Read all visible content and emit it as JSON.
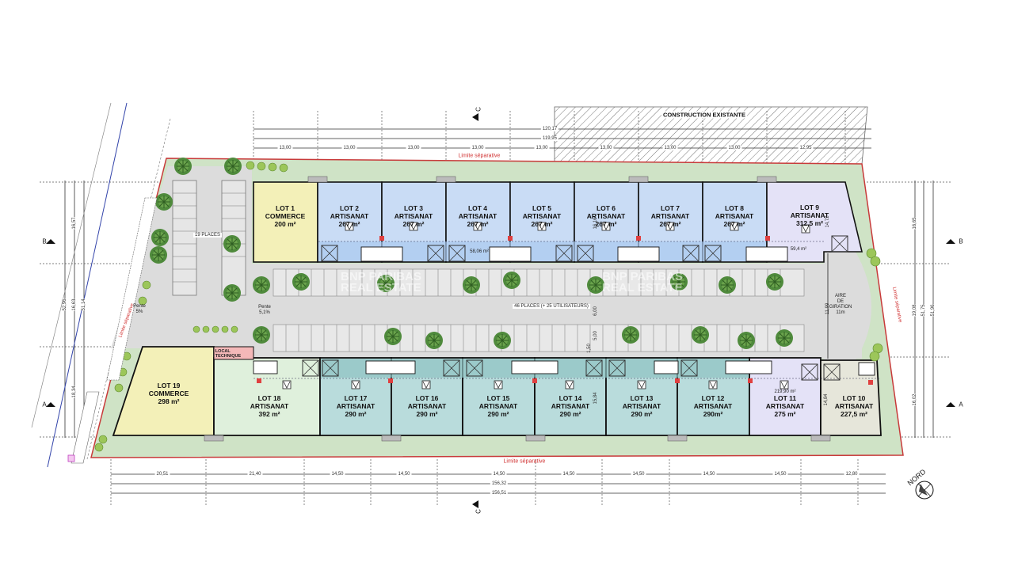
{
  "plan": {
    "existing_building_label": "CONSTRUCTION EXISTANTE",
    "boundary_label": "Limite séparative",
    "north_label": "NORD",
    "parking_west_label": "19 PLACES",
    "parking_main_label": "46 PLACES (+ 25 UTILISATEURS)",
    "turning_area_label": [
      "AIRE",
      "DE",
      "GIRATION",
      "11m"
    ],
    "slope_west": [
      "Pente",
      "5%"
    ],
    "slope_entry": [
      "Pente",
      "5,1%"
    ],
    "technical_room": [
      "LOCAL",
      "TECHNIQUE"
    ],
    "watermark": [
      "BNP PARIBAS",
      "REAL ESTATE"
    ]
  },
  "lots_north": [
    {
      "name": "LOT 1",
      "use": "COMMERCE",
      "area": "200 m²",
      "color": "#f3f0b8"
    },
    {
      "name": "LOT 2",
      "use": "ARTISANAT",
      "area": "267 m²",
      "color": "#c9dcf5"
    },
    {
      "name": "LOT 3",
      "use": "ARTISANAT",
      "area": "267 m²",
      "color": "#c9dcf5"
    },
    {
      "name": "LOT 4",
      "use": "ARTISANAT",
      "area": "267 m²",
      "color": "#c9dcf5"
    },
    {
      "name": "LOT 5",
      "use": "ARTISANAT",
      "area": "267 m²",
      "color": "#c9dcf5"
    },
    {
      "name": "LOT 6",
      "use": "ARTISANAT",
      "area": "267 m²",
      "color": "#c9dcf5"
    },
    {
      "name": "LOT 7",
      "use": "ARTISANAT",
      "area": "267 m²",
      "color": "#c9dcf5"
    },
    {
      "name": "LOT 8",
      "use": "ARTISANAT",
      "area": "267 m²",
      "color": "#c9dcf5"
    },
    {
      "name": "LOT 9",
      "use": "ARTISANAT",
      "area": "312,5 m²",
      "color": "#e4e2f7"
    }
  ],
  "lots_south": [
    {
      "name": "LOT 19",
      "use": "COMMERCE",
      "area": "298 m²",
      "color": "#f3f0b8"
    },
    {
      "name": "LOT 18",
      "use": "ARTISANAT",
      "area": "392 m²",
      "color": "#dff0dc"
    },
    {
      "name": "LOT 17",
      "use": "ARTISANAT",
      "area": "290 m²",
      "color": "#b9dcdc"
    },
    {
      "name": "LOT 16",
      "use": "ARTISANAT",
      "area": "290 m²",
      "color": "#b9dcdc"
    },
    {
      "name": "LOT 15",
      "use": "ARTISANAT",
      "area": "290 m²",
      "color": "#b9dcdc"
    },
    {
      "name": "LOT 14",
      "use": "ARTISANAT",
      "area": "290 m²",
      "color": "#b9dcdc"
    },
    {
      "name": "LOT 13",
      "use": "ARTISANAT",
      "area": "290 m²",
      "color": "#b9dcdc"
    },
    {
      "name": "LOT 12",
      "use": "ARTISANAT",
      "area": "290m²",
      "color": "#b9dcdc"
    },
    {
      "name": "LOT 11",
      "use": "ARTISANAT",
      "area": "275 m²",
      "color": "#e4e2f7"
    },
    {
      "name": "LOT 10",
      "use": "ARTISANAT",
      "area": "227,5 m²",
      "color": "#e6e6da"
    }
  ],
  "sub_areas": {
    "mezzanine_lot4": "58,06 m²",
    "mezzanine_lot9": "59,4 m²",
    "mezzanine_lot11": "219,90 m²"
  },
  "dimensions": {
    "top_segments": [
      "13,00",
      "13,00",
      "13,00",
      "13,00",
      "13,00",
      "13,00",
      "13,00",
      "13,00",
      "12,95"
    ],
    "top_total_1": "120,17",
    "top_total_2": "119,95",
    "bottom_segments": [
      "20,51",
      "21,40",
      "14,50",
      "14,50",
      "14,50",
      "14,50",
      "14,50",
      "14,50",
      "14,50",
      "12,80"
    ],
    "bottom_total_1": "156,32",
    "bottom_total_2": "156,51",
    "left": [
      "16,57",
      "52,96",
      "16,63",
      "51,14",
      "18,34"
    ],
    "right": [
      "16,65",
      "19,08",
      "51,75",
      "51,96",
      "16,02"
    ],
    "inner": [
      "16,16",
      "14,72",
      "6,00",
      "5,00",
      "1,50",
      "15,84",
      "14,84",
      "11,99"
    ]
  },
  "section_marks": {
    "top_c": "C",
    "bottom_c": "C",
    "left_b": "B",
    "left_a": "A",
    "right_b": "B",
    "right_a": "A"
  },
  "colors": {
    "green_strip": "#cfe3c6",
    "road": "#dcdcdc",
    "boundary": "#c83a3a",
    "wall": "#111111",
    "tree": "#4f8a3c",
    "tree_light": "#9cc65a",
    "technical": "#f4b8b8"
  }
}
